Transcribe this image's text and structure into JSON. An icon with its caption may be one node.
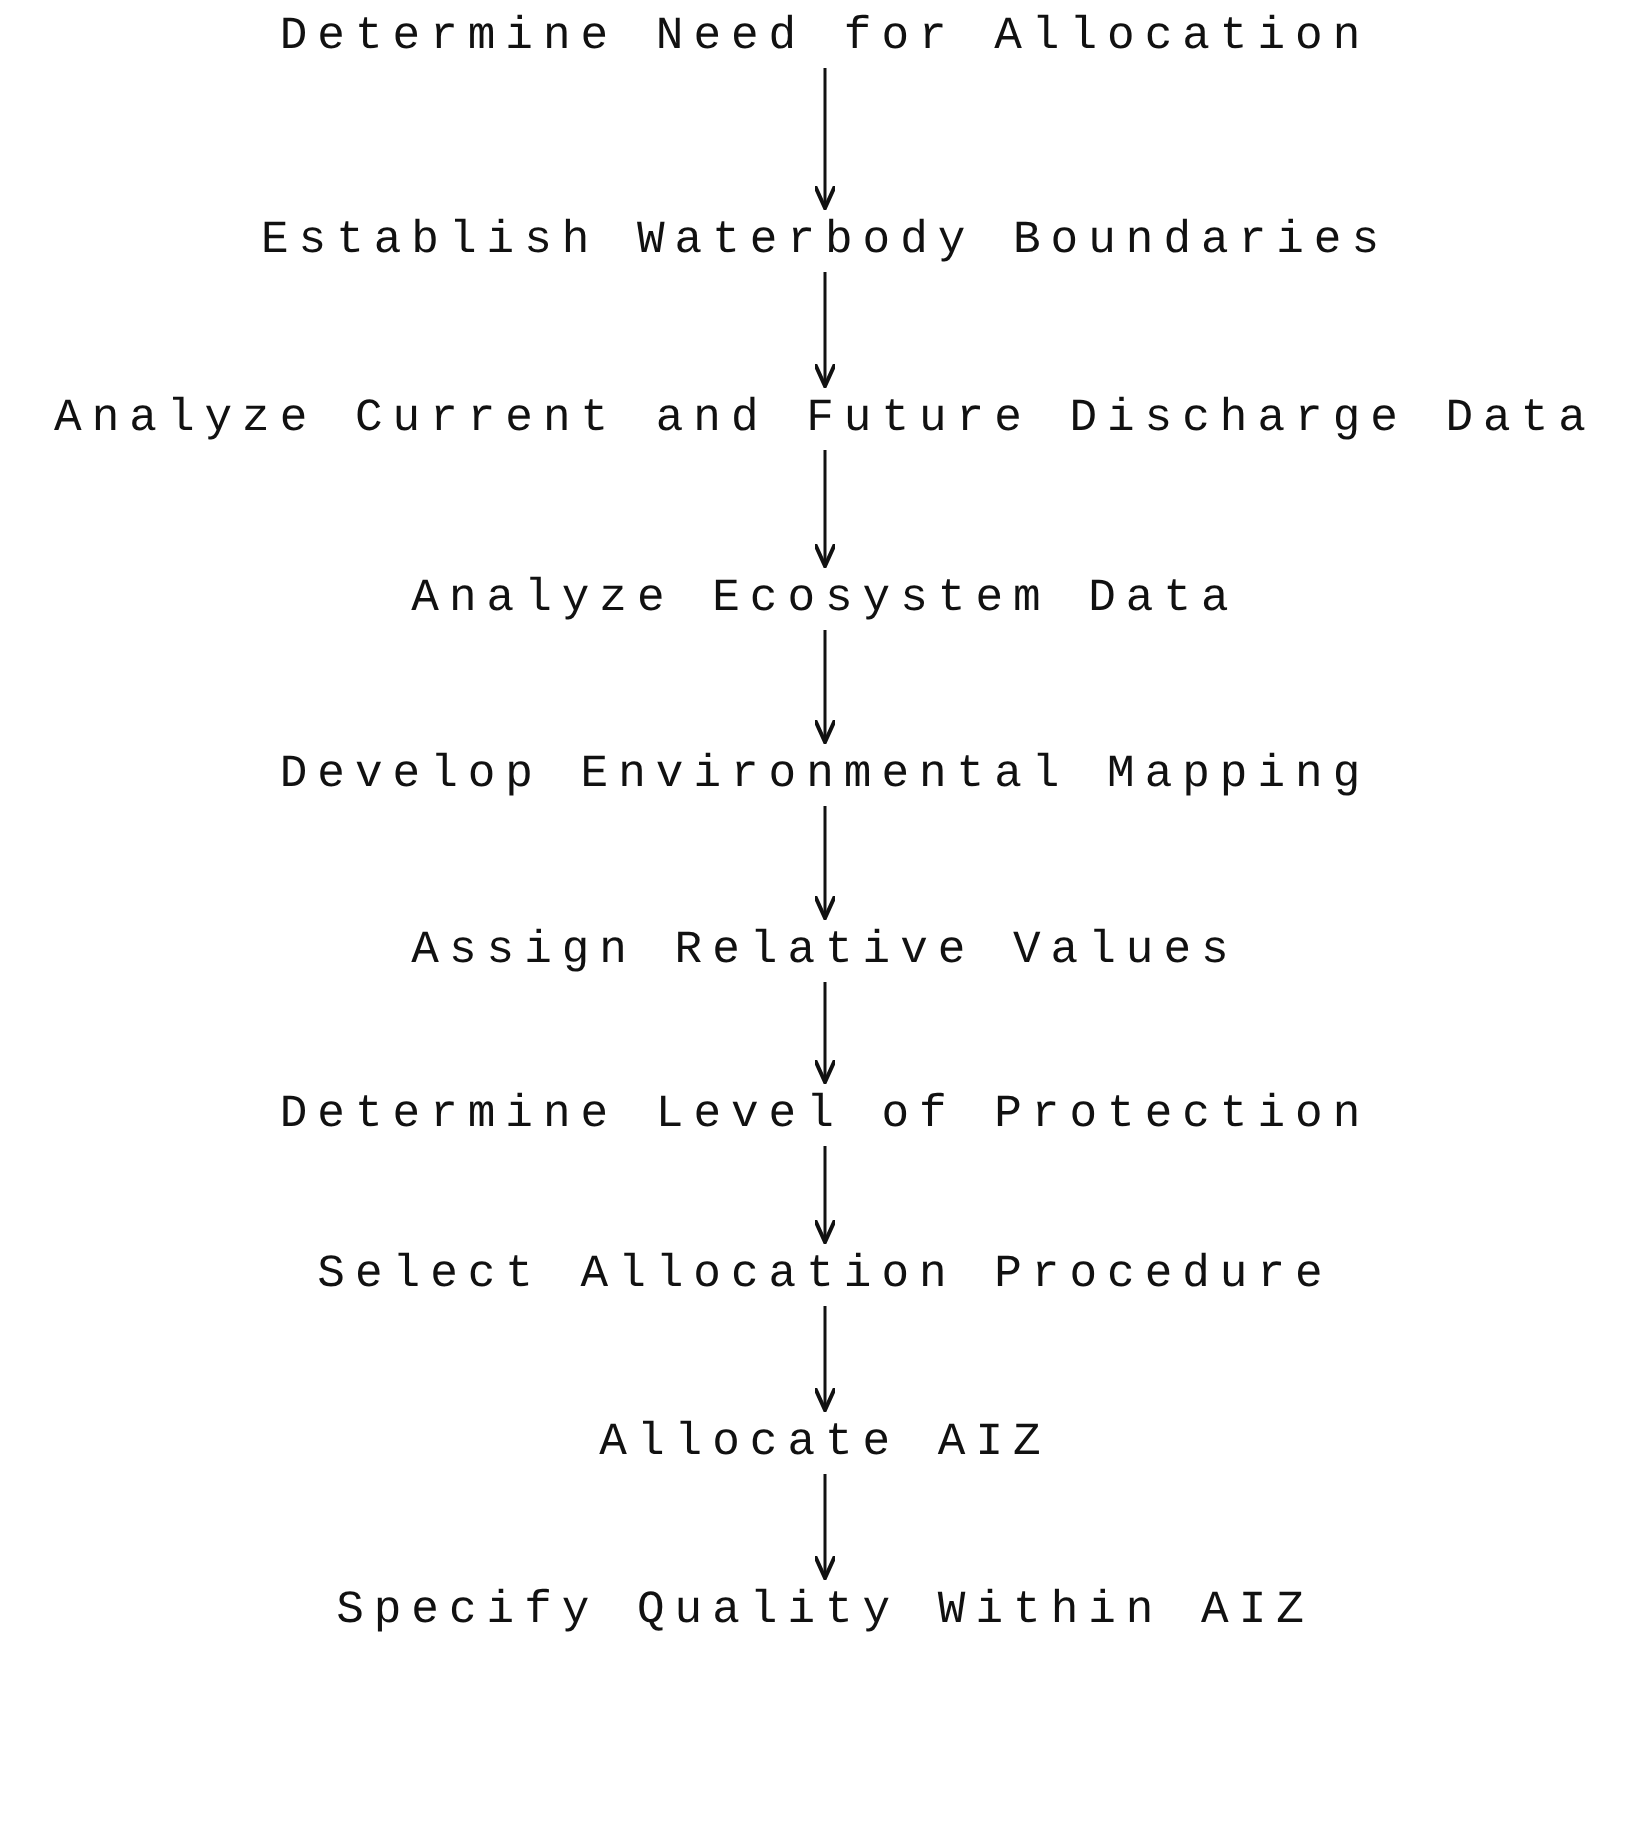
{
  "diagram": {
    "nodes": [
      {
        "text": [
          "Determine Need for Allocation"
        ]
      },
      {
        "text": [
          "Establish Waterbody Boundaries"
        ]
      },
      {
        "text": [
          "Analyze Current and Future Discharge Data"
        ]
      },
      {
        "text": [
          "Analyze Ecosystem Data"
        ]
      },
      {
        "text": [
          "Develop Environmental Mapping"
        ]
      },
      {
        "text": [
          "Assign Relative Values"
        ]
      },
      {
        "text": [
          "Determine Level of Protection"
        ]
      },
      {
        "text": [
          "Select Allocation Procedure"
        ]
      },
      {
        "text": [
          "Allocate AIZ"
        ]
      },
      {
        "text": [
          "Specify Quality Within AIZ"
        ]
      }
    ],
    "edges": [
      {
        "from": 0,
        "to": 1,
        "arrow": "to"
      },
      {
        "from": 1,
        "to": 2,
        "arrow": "to"
      },
      {
        "from": 2,
        "to": 3,
        "arrow": "to"
      },
      {
        "from": 3,
        "to": 4,
        "arrow": "to"
      },
      {
        "from": 4,
        "to": 5,
        "arrow": "to"
      },
      {
        "from": 5,
        "to": 6,
        "arrow": "to"
      },
      {
        "from": 6,
        "to": 7,
        "arrow": "to"
      },
      {
        "from": 7,
        "to": 8,
        "arrow": "to"
      },
      {
        "from": 8,
        "to": 9,
        "arrow": "to"
      }
    ]
  }
}
